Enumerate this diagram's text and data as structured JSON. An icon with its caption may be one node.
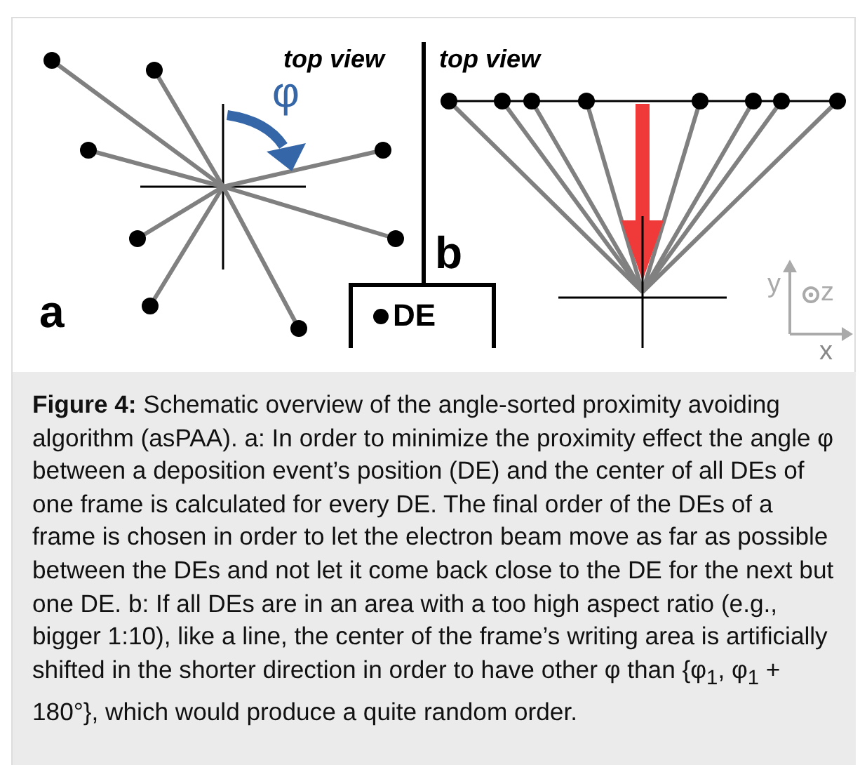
{
  "diagram": {
    "caption": "**Figure 4:** Schematic overview of the angle-sorted proximity avoiding algorithm (asPAA). a: In order to minimize the proximity effect the angle φ between a deposition event’s position (DE) and the center of all DEs of one frame is calculated for every DE. The final order of the DEs of a frame is chosen in order to let the electron beam move as far as possible between the DEs and not let it come back close to the DE for the next but one DE. b: If all DEs are in an area with a too high aspect ratio (e.g., bigger 1:10), like a line, the center of the frame’s writing area is artificially shifted in the shorter direction in order to have other φ than {φ$_{1}$, φ$_{1}$ + 180°}, which would produce a quite random order.",
    "labels": [
      "top view",
      "top view",
      "φ",
      "b",
      "a",
      "y",
      "z",
      "x"
    ],
    "legend": [
      {
        "text": "DE"
      }
    ]
  }
}
